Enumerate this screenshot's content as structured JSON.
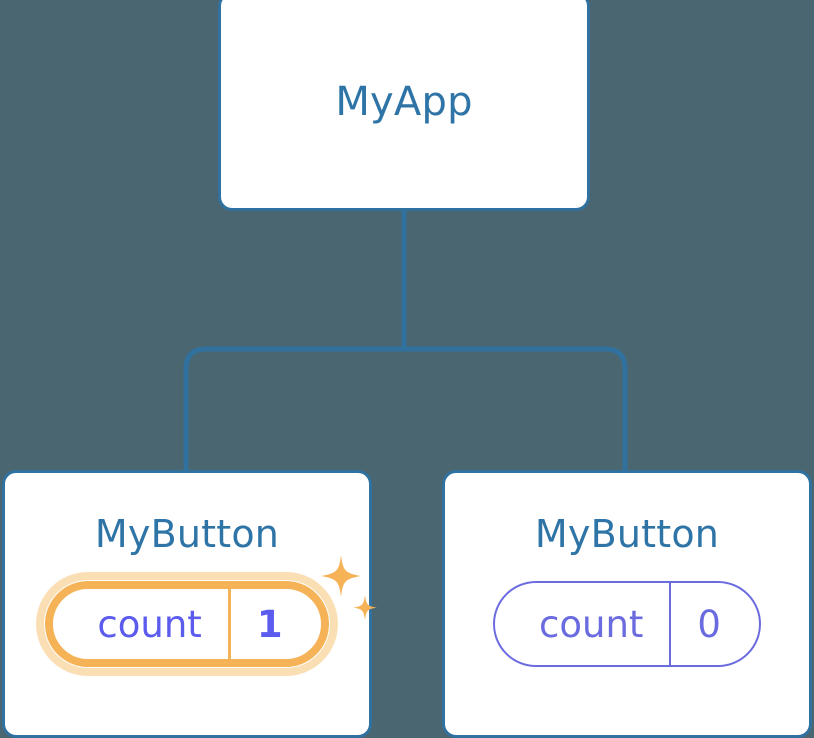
{
  "diagram": {
    "type": "component-tree",
    "background_color": "#4a6671",
    "edge_color": "#31719f",
    "card_border_color": "#31719f",
    "card_background": "#ffffff",
    "title_color": "#2e74a6",
    "state_color": "#6b6be0",
    "highlight_color": "#f5b257",
    "highlight_glow_color": "#fbdfb4"
  },
  "root": {
    "title": "MyApp"
  },
  "children": [
    {
      "title": "MyButton",
      "state": {
        "key": "count",
        "value": "1"
      },
      "highlighted": true,
      "sparkle_icon": "sparkles-icon"
    },
    {
      "title": "MyButton",
      "state": {
        "key": "count",
        "value": "0"
      },
      "highlighted": false
    }
  ]
}
